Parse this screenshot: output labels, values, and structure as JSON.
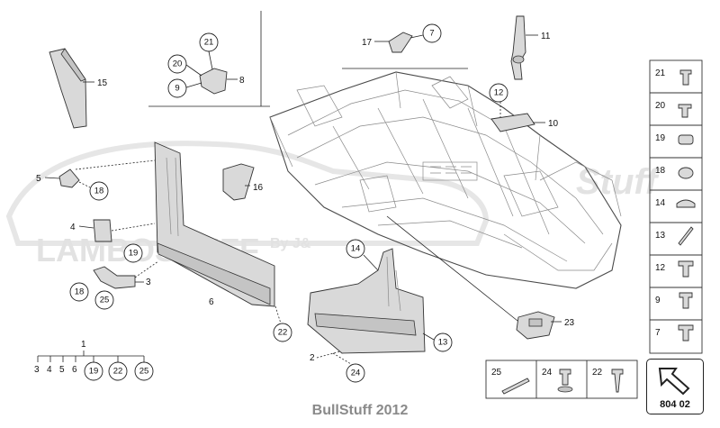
{
  "watermark": {
    "brand": "LAMBOSTUFF",
    "by": "By J&",
    "script": "Stuff"
  },
  "callouts": {
    "c1": "1",
    "c2": "2",
    "c3": "3",
    "c4": "4",
    "c5": "5",
    "c6": "6",
    "c7": "7",
    "c8": "8",
    "c9": "9",
    "c10": "10",
    "c11": "11",
    "c12": "12",
    "c13": "13",
    "c14": "14",
    "c15": "15",
    "c16": "16",
    "c17": "17",
    "c18a": "18",
    "c18b": "18",
    "c19": "19",
    "c20": "20",
    "c21": "21",
    "c22": "22",
    "c23": "23",
    "c24": "24",
    "c25": "25"
  },
  "group1": {
    "items": [
      "3",
      "4",
      "5",
      "6",
      "19",
      "22",
      "25"
    ]
  },
  "fastener_legend": [
    "21",
    "20",
    "19",
    "18",
    "14",
    "13",
    "12",
    "9",
    "7"
  ],
  "bottom_legend": [
    "25",
    "24",
    "22"
  ],
  "page_badge": "804 02",
  "footer": "BullStuff 2012"
}
